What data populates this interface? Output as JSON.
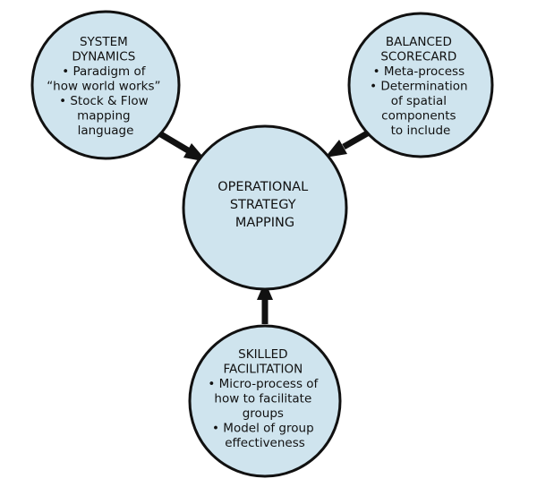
{
  "diagram": {
    "center": {
      "lines": [
        "OPERATIONAL",
        "STRATEGY",
        "MAPPING"
      ]
    },
    "system_dynamics": {
      "lines": [
        "SYSTEM",
        "DYNAMICS",
        "• Paradigm of",
        "“how world works”",
        "• Stock & Flow",
        "mapping",
        "language"
      ]
    },
    "balanced_scorecard": {
      "lines": [
        "BALANCED",
        "SCORECARD",
        "• Meta-process",
        "• Determination",
        "of spatial",
        "components",
        "to include"
      ]
    },
    "skilled_facilitation": {
      "lines": [
        "SKILLED",
        "FACILITATION",
        "• Micro-process of",
        "how to facilitate",
        "groups",
        "• Model of group",
        "effectiveness"
      ]
    },
    "colors": {
      "node_fill": "#cfe4ee",
      "stroke": "#111111"
    }
  }
}
